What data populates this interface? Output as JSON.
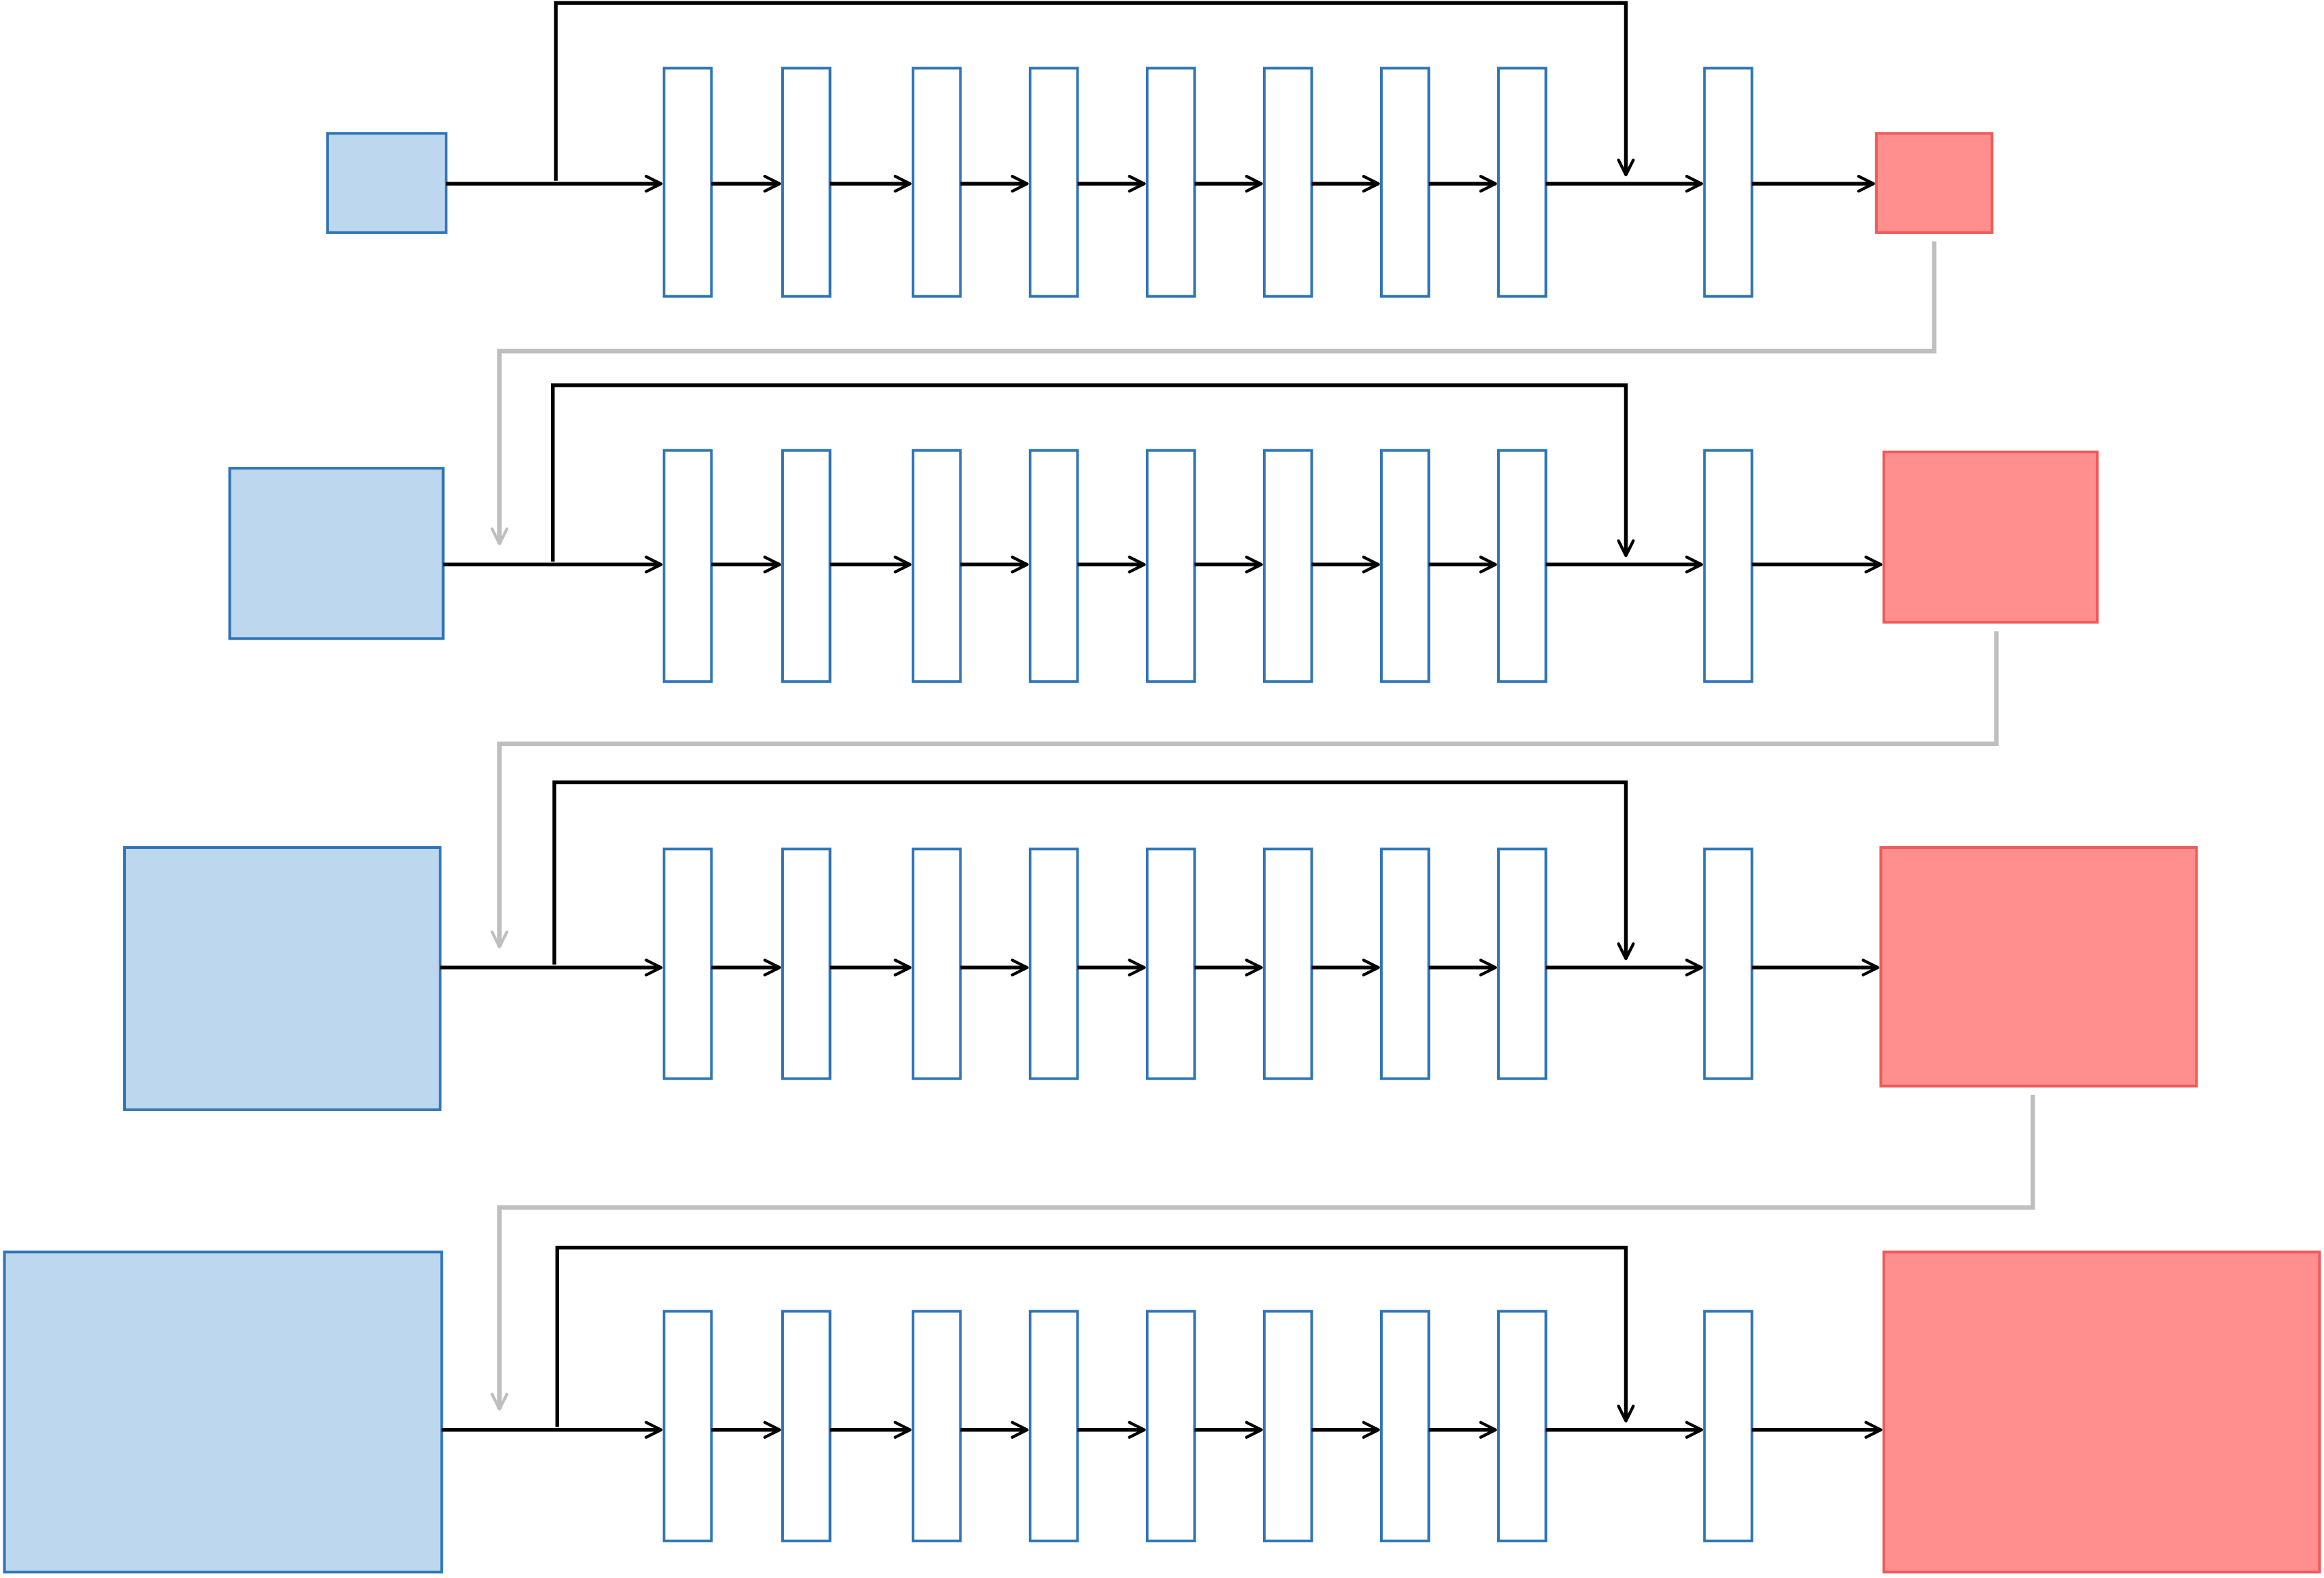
{
  "diagram": {
    "kind": "progressive-upsampling-pipeline",
    "stage_count": 4,
    "layers_per_stage": 9,
    "skip_connection_per_stage": true,
    "stages_chained": true,
    "labels": []
  },
  "colors": {
    "input_fill": "#bdd7ee",
    "input_stroke": "#2e75b6",
    "layer_fill": "#ffffff",
    "layer_stroke": "#2e75b6",
    "output_fill": "#ff8f8f",
    "output_stroke": "#ef5a5a",
    "arrow": "#000000",
    "connector": "#bfbfbf",
    "background": "#ffffff"
  }
}
